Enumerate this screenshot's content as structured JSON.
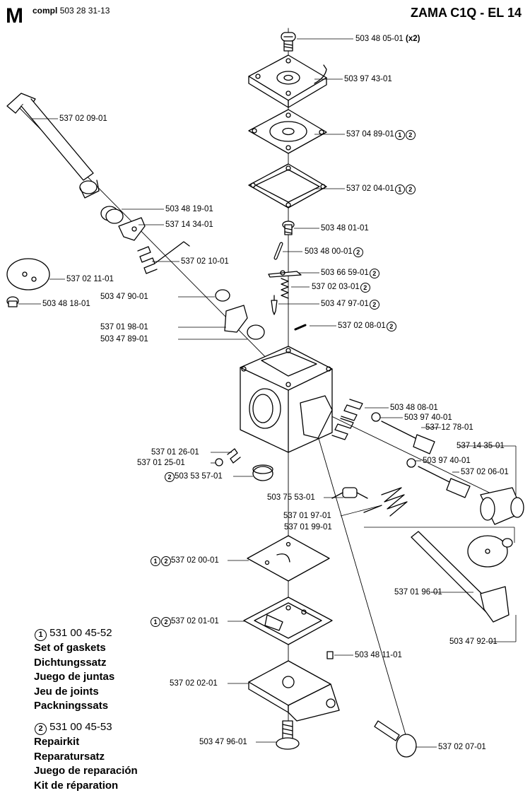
{
  "header": {
    "letter": "M",
    "compl_label": "compl",
    "compl_number": "503 28 31-13",
    "title": "ZAMA C1Q - EL 14"
  },
  "parts": [
    {
      "id": "p1",
      "number": "503 48 05-01",
      "qty": "(x2)",
      "kits": []
    },
    {
      "id": "p2",
      "number": "503 97 43-01",
      "kits": []
    },
    {
      "id": "p3",
      "number": "537 02 09-01",
      "kits": []
    },
    {
      "id": "p4",
      "number": "537 04 89-01",
      "kits": [
        "1",
        "2"
      ]
    },
    {
      "id": "p5",
      "number": "537 02 04-01",
      "kits": [
        "1",
        "2"
      ]
    },
    {
      "id": "p6",
      "number": "503 48 19-01",
      "kits": []
    },
    {
      "id": "p7",
      "number": "537 14 34-01",
      "kits": []
    },
    {
      "id": "p8",
      "number": "503 48 01-01",
      "kits": []
    },
    {
      "id": "p9",
      "number": "503 48 00-01",
      "kits": [
        "2"
      ]
    },
    {
      "id": "p10",
      "number": "537 02 10-01",
      "kits": []
    },
    {
      "id": "p11",
      "number": "503 66 59-01",
      "kits": [
        "2"
      ]
    },
    {
      "id": "p12",
      "number": "537 02 11-01",
      "kits": []
    },
    {
      "id": "p13",
      "number": "537 02 03-01",
      "kits": [
        "2"
      ]
    },
    {
      "id": "p14",
      "number": "503 48 18-01",
      "kits": []
    },
    {
      "id": "p15",
      "number": "503 47 90-01",
      "kits": []
    },
    {
      "id": "p16",
      "number": "503 47 97-01",
      "kits": [
        "2"
      ]
    },
    {
      "id": "p17",
      "number": "537 01 98-01",
      "kits": []
    },
    {
      "id": "p18",
      "number": "537 02 08-01",
      "kits": [
        "2"
      ]
    },
    {
      "id": "p19",
      "number": "503 47 89-01",
      "kits": []
    },
    {
      "id": "p20",
      "number": "503 48 08-01",
      "kits": []
    },
    {
      "id": "p21",
      "number": "503 97 40-01",
      "kits": []
    },
    {
      "id": "p22",
      "number": "537 12 78-01",
      "kits": []
    },
    {
      "id": "p23",
      "number": "537 14 35-01",
      "kits": []
    },
    {
      "id": "p24",
      "number": "537 01 26-01",
      "kits": []
    },
    {
      "id": "p25",
      "number": "503 97 40-01",
      "kits": []
    },
    {
      "id": "p26",
      "number": "537 01 25-01",
      "kits": []
    },
    {
      "id": "p27",
      "number": "537 02 06-01",
      "kits": []
    },
    {
      "id": "p28",
      "number": "503 53 57-01",
      "kits": [
        "2"
      ],
      "prefix": true
    },
    {
      "id": "p29",
      "number": "503 75 53-01",
      "kits": []
    },
    {
      "id": "p30",
      "number": "537 01 97-01",
      "kits": []
    },
    {
      "id": "p31",
      "number": "537 01 99-01",
      "kits": []
    },
    {
      "id": "p32",
      "number": "537 02 00-01",
      "kits": [
        "1",
        "2"
      ],
      "prefix": true
    },
    {
      "id": "p33",
      "number": "537 01 96-01",
      "kits": []
    },
    {
      "id": "p34",
      "number": "537 02 01-01",
      "kits": [
        "1",
        "2"
      ],
      "prefix": true
    },
    {
      "id": "p35",
      "number": "503 47 92-01",
      "kits": []
    },
    {
      "id": "p36",
      "number": "503 48 11-01",
      "kits": []
    },
    {
      "id": "p37",
      "number": "537 02 02-01",
      "kits": []
    },
    {
      "id": "p38",
      "number": "503 47 96-01",
      "kits": []
    },
    {
      "id": "p39",
      "number": "537 02 07-01",
      "kits": []
    }
  ],
  "kits": [
    {
      "marker": "1",
      "number": "531 00 45-52",
      "names": [
        "Set of gaskets",
        "Dichtungssatz",
        "Juego de juntas",
        "Jeu de joints",
        "Packningssats"
      ]
    },
    {
      "marker": "2",
      "number": "531 00 45-53",
      "names": [
        "Repairkit",
        "Reparatursatz",
        "Juego de reparación",
        "Kit de réparation"
      ]
    }
  ]
}
